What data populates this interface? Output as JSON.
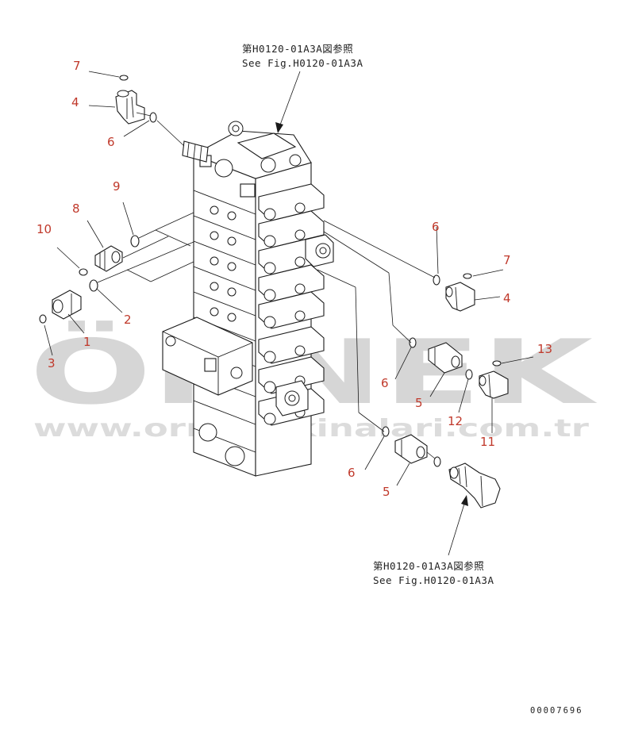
{
  "watermark": {
    "brand": "ÖRNEK",
    "url": "www.ornekiskinalari.com.tr"
  },
  "references": {
    "top": {
      "jp": "第H0120-01A3A図参照",
      "en": "See Fig.H0120-01A3A"
    },
    "bottom": {
      "jp": "第H0120-01A3A図参照",
      "en": "See Fig.H0120-01A3A"
    }
  },
  "callouts": {
    "c1": "1",
    "c2": "2",
    "c3": "3",
    "c4a": "4",
    "c4b": "4",
    "c5a": "5",
    "c5b": "5",
    "c6a": "6",
    "c6b": "6",
    "c6c": "6",
    "c6d": "6",
    "c7a": "7",
    "c7b": "7",
    "c8": "8",
    "c9": "9",
    "c10": "10",
    "c11": "11",
    "c12": "12",
    "c13": "13"
  },
  "drawing_number": "00007696"
}
